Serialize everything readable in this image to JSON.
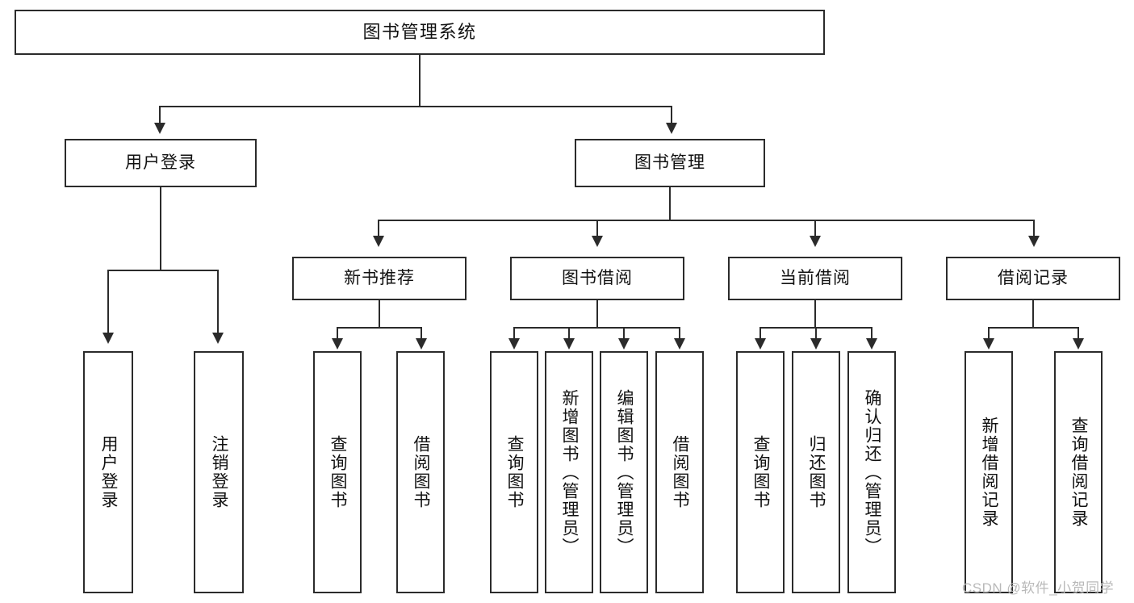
{
  "diagram": {
    "type": "hierarchy-tree",
    "title": "图书管理系统",
    "root": {
      "label": "图书管理系统"
    },
    "level1": [
      {
        "label": "用户登录"
      },
      {
        "label": "图书管理"
      }
    ],
    "level2": [
      {
        "label": "新书推荐"
      },
      {
        "label": "图书借阅"
      },
      {
        "label": "当前借阅"
      },
      {
        "label": "借阅记录"
      }
    ],
    "leaves": {
      "user_login": [
        {
          "label": "用户登录"
        },
        {
          "label": "注销登录"
        }
      ],
      "new_book": [
        {
          "label": "查询图书"
        },
        {
          "label": "借阅图书"
        }
      ],
      "borrow_book": [
        {
          "label": "查询图书"
        },
        {
          "label": "新增图书（管理员）"
        },
        {
          "label": "编辑图书（管理员）"
        },
        {
          "label": "借阅图书"
        }
      ],
      "current_borrow": [
        {
          "label": "查询图书"
        },
        {
          "label": "归还图书"
        },
        {
          "label": "确认归还（管理员）"
        }
      ],
      "borrow_record": [
        {
          "label": "新增借阅记录"
        },
        {
          "label": "查询借阅记录"
        }
      ]
    }
  },
  "watermark": {
    "text": "CSDN @软件_小贺同学"
  },
  "colors": {
    "box_border": "#2b2b2b",
    "box_fill": "#ffffff",
    "text": "#111111",
    "connector": "#2b2b2b",
    "watermark": "#b9b9b9",
    "canvas": "#ffffff"
  }
}
